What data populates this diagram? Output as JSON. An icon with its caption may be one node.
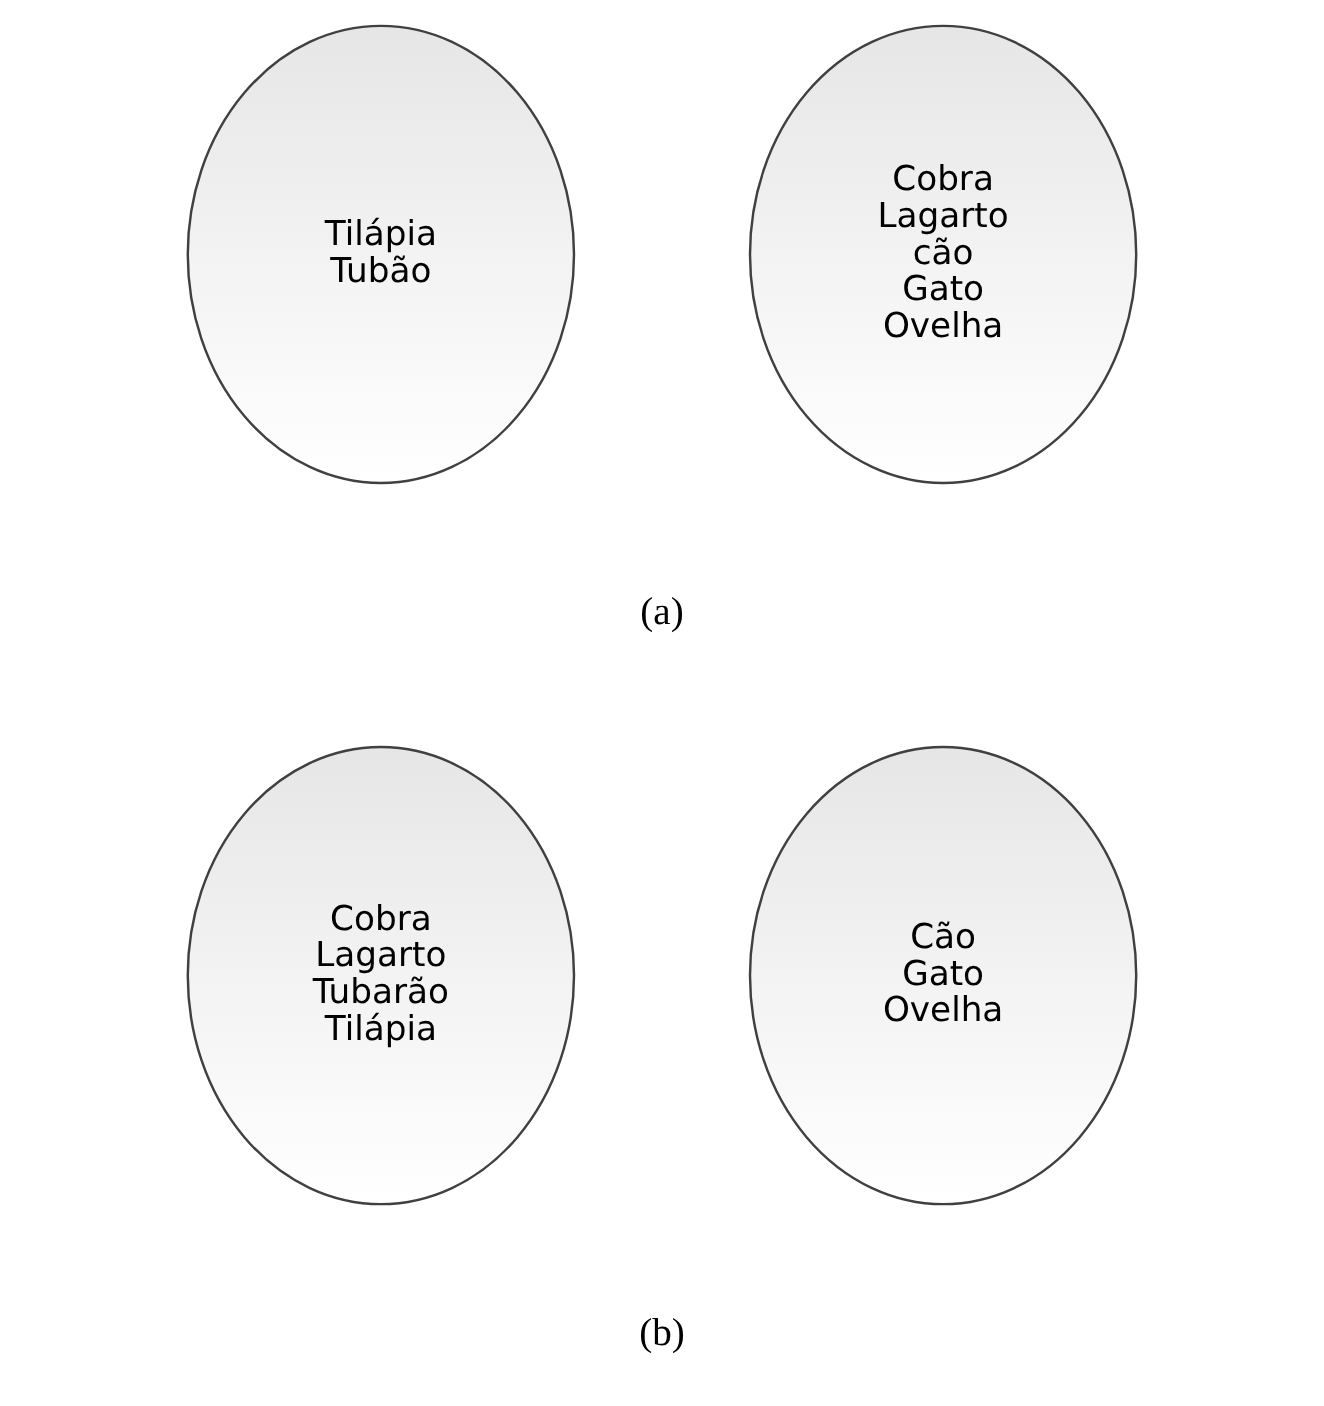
{
  "diagram": {
    "nodes": [
      {
        "text": [
          "Tilápia",
          "Tubão"
        ]
      },
      {
        "text": [
          "Cobra",
          "Lagarto",
          "cão",
          "Gato",
          "Ovelha"
        ]
      },
      {
        "text": [
          "Cobra",
          "Lagarto",
          "Tubarão",
          "Tilápia"
        ]
      },
      {
        "text": [
          "Cão",
          "Gato",
          "Ovelha"
        ]
      }
    ],
    "labels": [
      "(a)",
      "(b)"
    ]
  }
}
